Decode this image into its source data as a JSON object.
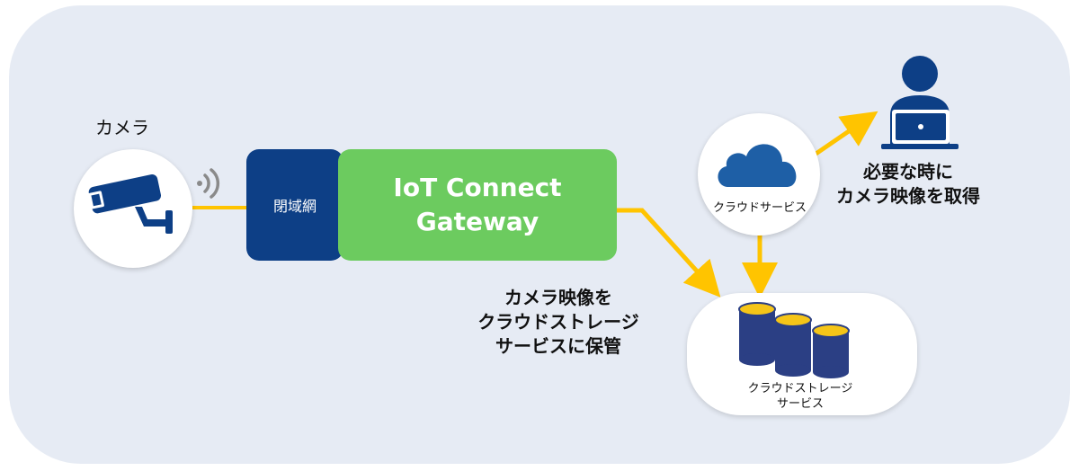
{
  "nodes": {
    "camera_label": "カメラ",
    "closed_network": "閉域網",
    "gateway_line1": "IoT Connect",
    "gateway_line2": "Gateway",
    "cloud_service": "クラウドサービス",
    "storage_line1": "クラウドストレージ",
    "storage_line2": "サービス"
  },
  "annotations": {
    "store": [
      "カメラ映像を",
      "クラウドストレージ",
      "サービスに保管"
    ],
    "retrieve": [
      "必要な時に",
      "カメラ映像を取得"
    ]
  },
  "colors": {
    "background_panel": "#e6ebf4",
    "navy": "#0d3f86",
    "gateway_green": "#6ccb5f",
    "arrow_yellow": "#ffc400",
    "cloud_blue": "#1e5fa6",
    "storage_cylinder": "#2b3f84",
    "storage_top": "#f5c518"
  },
  "icons": [
    "camera-icon",
    "wireless-signal-icon",
    "cloud-icon",
    "database-icon",
    "user-laptop-icon"
  ]
}
